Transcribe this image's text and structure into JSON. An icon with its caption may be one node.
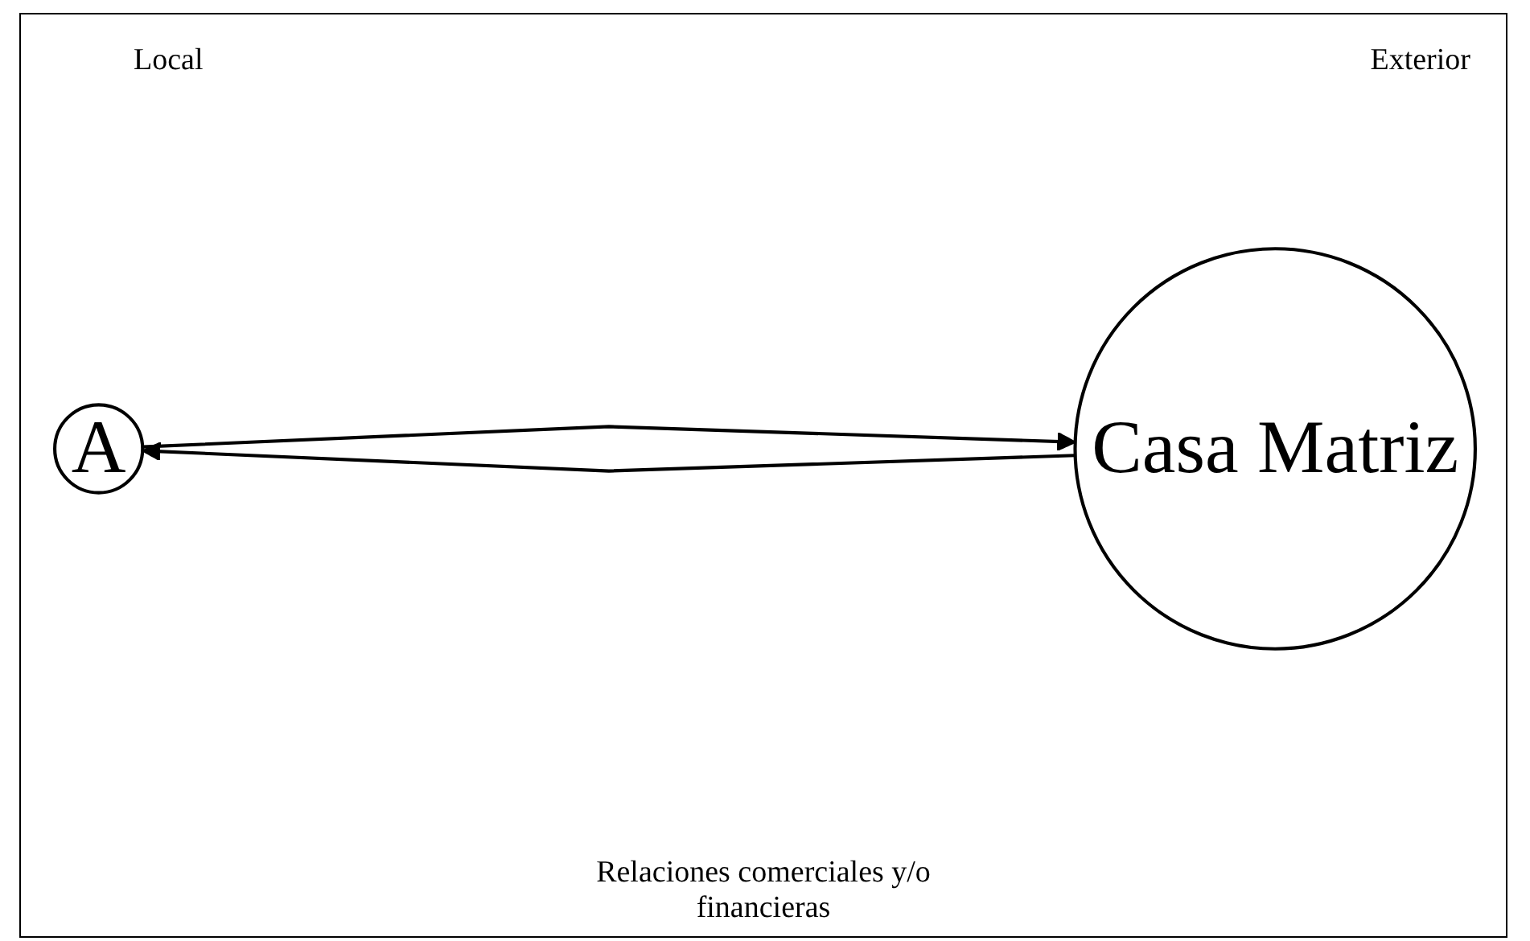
{
  "diagram": {
    "nodes": [
      {
        "text": [
          "A"
        ]
      },
      {
        "text": [
          "Casa Matriz"
        ]
      }
    ],
    "edges": [
      {
        "from": 1,
        "to": 0,
        "arrow": "to"
      },
      {
        "from": 0,
        "to": 1,
        "arrow": "to"
      }
    ],
    "labels": [
      "Local",
      "Exterior",
      "Relaciones comerciales y/o financieras"
    ]
  }
}
